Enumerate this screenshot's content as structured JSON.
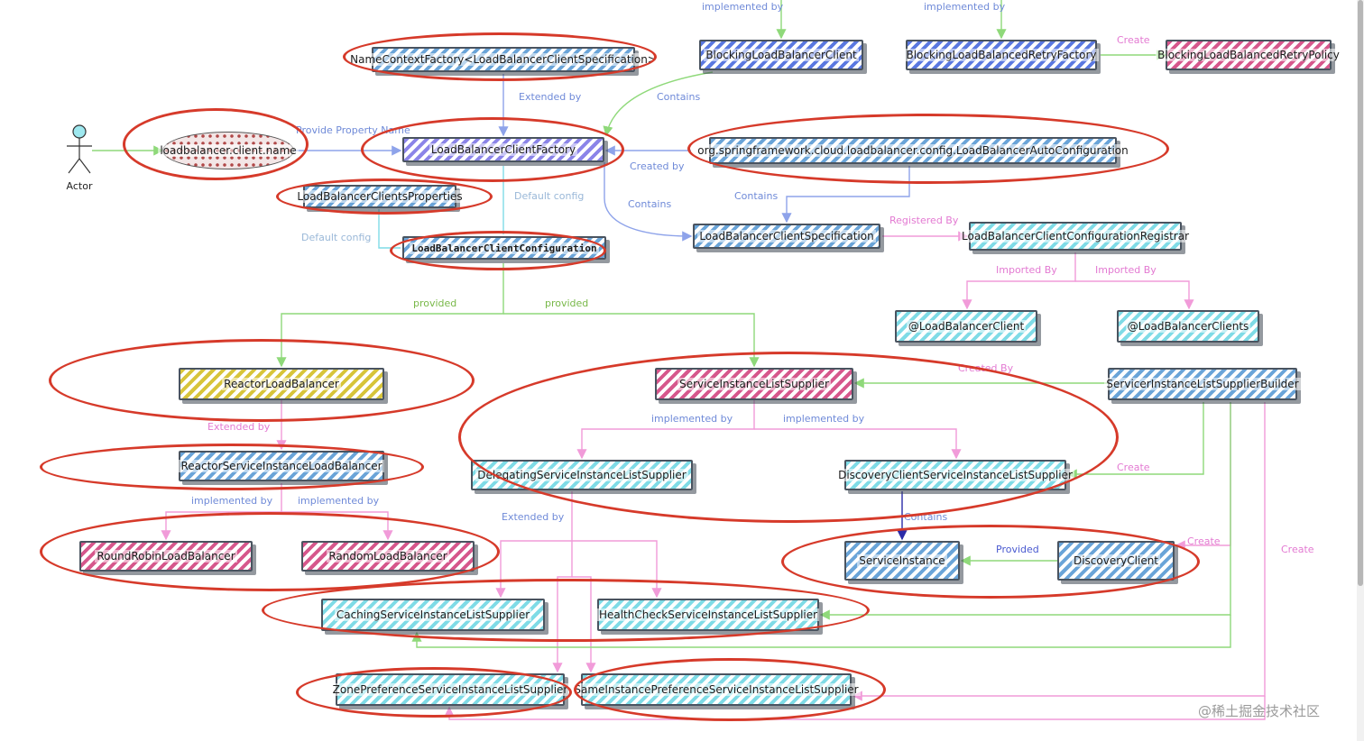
{
  "actor": {
    "label": "Actor"
  },
  "nodes": {
    "name_context_factory": "NameContextFactory<LoadBalancerClientSpecification>",
    "blocking_lb_client": "BlockingLoadBalancerClient",
    "blocking_retry_factory": "BlockingLoadBalancedRetryFactory",
    "blocking_retry_policy": "BlockingLoadBalancedRetryPolicy",
    "client_name": "loadbalancer.client.name",
    "lb_client_factory": "LoadBalancerClientFactory",
    "auto_configuration": "org.springframework.cloud.loadbalancer.config.LoadBalancerAutoConfiguration",
    "clients_properties": "LoadBalancerClientsProperties",
    "client_configuration": "LoadBalancerClientConfiguration",
    "client_specification": "LoadBalancerClientSpecification",
    "configuration_registrar": "LoadBalancerClientConfigurationRegistrar",
    "at_lb_client": "@LoadBalancerClient",
    "at_lb_clients": "@LoadBalancerClients",
    "reactor_lb": "ReactorLoadBalancer",
    "service_instance_list_supplier": "ServiceInstanceListSupplier",
    "supplier_builder": "ServicerInstanceListSupplierBuilder",
    "reactor_service_instance_lb": "ReactorServiceInstanceLoadBalancer",
    "delegating_supplier": "DelegatingServiceInstanceListSupplier",
    "discovery_client_supplier": "DiscoveryClientServiceInstanceListSupplier",
    "round_robin_lb": "RoundRobinLoadBalancer",
    "random_lb": "RandomLoadBalancer",
    "service_instance": "ServiceInstance",
    "discovery_client": "DiscoveryClient",
    "caching_supplier": "CachingServiceInstanceListSupplier",
    "health_check_supplier": "HealthCheckServiceInstanceListSupplier",
    "zone_preference_supplier": "ZonePreferenceServiceInstanceListSupplier",
    "same_instance_supplier": "SameInstancePreferenceServiceInstanceListSupplier"
  },
  "edge_labels": {
    "implemented_by_top_1": "implemented by",
    "implemented_by_top_2": "implemented by",
    "create_retry_policy": "Create",
    "extended_by_factory": "Extended by",
    "contains_top": "Contains",
    "provide_property_name": "Provide Property Name",
    "created_by": "Created by",
    "default_config_right": "Default config",
    "contains_left": "Contains",
    "contains_right": "Contains",
    "default_config_left": "Default config",
    "registered_by": "Registered By",
    "imported_by_1": "Imported By",
    "imported_by_2": "Imported By",
    "provided_1": "provided",
    "provided_2": "provided",
    "created_by_builder": "Created By",
    "extended_by_reactor": "Extended by",
    "implemented_by_sils_1": "implemented by",
    "implemented_by_sils_2": "implemented by",
    "create_discovery_supplier": "Create",
    "implemented_by_lb_1": "implemented by",
    "implemented_by_lb_2": "implemented by",
    "extended_by_delegating": "Extended by",
    "contains_service_instance": "Contains",
    "provided_discovery": "Provided",
    "create_discovery_client": "Create",
    "create_far_right": "Create"
  },
  "colors": {
    "highlight_ring": "#d63a2a",
    "edge_green": "#8fd97a",
    "edge_pink": "#f19bd9",
    "edge_blue": "#8ea3ea",
    "edge_dark_blue": "#2b2ba8"
  },
  "watermark": "@稀土掘金技术社区"
}
